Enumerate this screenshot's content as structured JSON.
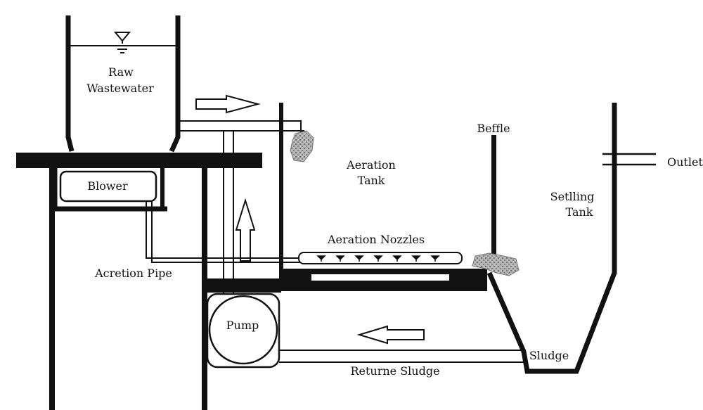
{
  "labels": {
    "raw_line1": "Raw",
    "raw_line2": "Wastewater",
    "blower": "Blower",
    "acretion_pipe": "Acretion Pipe",
    "aeration_line1": "Aeration",
    "aeration_line2": "Tank",
    "aeration_nozzles": "Aeration Nozzles",
    "beffle": "Beffle",
    "outlet": "Outlet",
    "settling_line1": "Setlling",
    "settling_line2": "Tank",
    "pump": "Pump",
    "sludge": "Sludge",
    "returne_sludge": "Returne Sludge"
  },
  "colors": {
    "ink": "#111111",
    "sludge_grey": "#9a9a9a",
    "background": "#ffffff"
  }
}
